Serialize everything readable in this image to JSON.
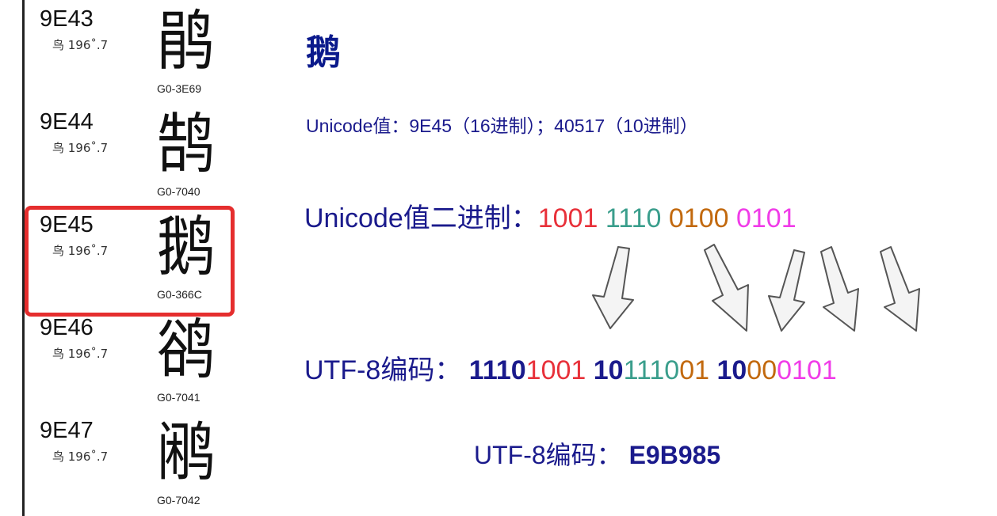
{
  "entries": [
    {
      "code": "9E43",
      "radical": "鸟 196˚.7",
      "glyph": "鹃",
      "gcode": "G0-3E69"
    },
    {
      "code": "9E44",
      "radical": "鸟 196˚.7",
      "glyph": "鹄",
      "gcode": "G0-7040"
    },
    {
      "code": "9E45",
      "radical": "鸟 196˚.7",
      "glyph": "鹅",
      "gcode": "G0-366C"
    },
    {
      "code": "9E46",
      "radical": "鸟 196˚.7",
      "glyph": "鹆",
      "gcode": "G0-7041"
    },
    {
      "code": "9E47",
      "radical": "鸟 196˚.7",
      "glyph": "鹇",
      "gcode": "G0-7042"
    }
  ],
  "title": "鹅",
  "unicode_line": "Unicode值：9E45（16进制）；40517（10进制）",
  "binary": {
    "label": "Unicode值二进制：",
    "g1": "1001",
    "g2": "1110",
    "g3": "0100",
    "g4": "0101"
  },
  "utf8": {
    "label": "UTF-8编码：",
    "b1_prefix": "1110",
    "b1_bits": "1001",
    "b2_prefix": "10",
    "b2_bits_a": "1110",
    "b2_bits_b": "01",
    "b3_prefix": "10",
    "b3_bits_a": "00",
    "b3_bits_b": "0101"
  },
  "utf8_hex": {
    "label": "UTF-8编码：",
    "value": "E9B985"
  },
  "colors": {
    "navy": "#1a1a8c",
    "red": "#e8313a",
    "teal": "#3a9e8c",
    "orange": "#c2690e",
    "pink": "#f03ce8",
    "highlight": "#e52e2e"
  }
}
